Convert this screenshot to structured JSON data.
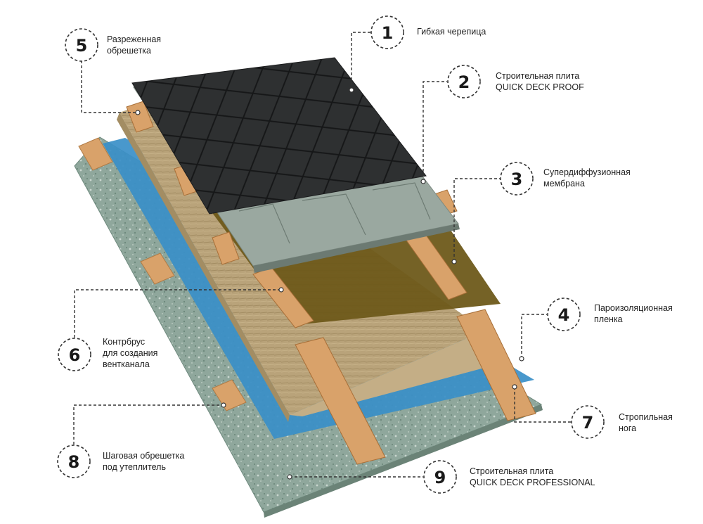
{
  "callouts": [
    {
      "number": "1",
      "lines": [
        "Гибкая черепица"
      ]
    },
    {
      "number": "2",
      "lines": [
        "Строительная плита",
        "QUICK DECK PROOF"
      ]
    },
    {
      "number": "3",
      "lines": [
        "Супердиффузионная",
        "мембрана"
      ]
    },
    {
      "number": "4",
      "lines": [
        "Пароизоляционная",
        "пленка"
      ]
    },
    {
      "number": "5",
      "lines": [
        "Разреженная",
        "обрешетка"
      ]
    },
    {
      "number": "6",
      "lines": [
        "Контрбрус",
        "для создания",
        "вентканала"
      ]
    },
    {
      "number": "7",
      "lines": [
        "Стропильная",
        "нога"
      ]
    },
    {
      "number": "8",
      "lines": [
        "Шаговая обрешетка",
        "под утеплитель"
      ]
    },
    {
      "number": "9",
      "lines": [
        "Строительная плита",
        "QUICK DECK PROFESSIONAL"
      ]
    }
  ],
  "colors": {
    "shingle": "#2b2d2e",
    "proof_board": "#9aa8a0",
    "membrane": "#6e5a1a",
    "insulation": "#b9a37a",
    "timber": "#d9a26a",
    "vapor_film": "#3a8fc8",
    "base_board": "#8fa79c",
    "badge_stroke": "#333333"
  }
}
